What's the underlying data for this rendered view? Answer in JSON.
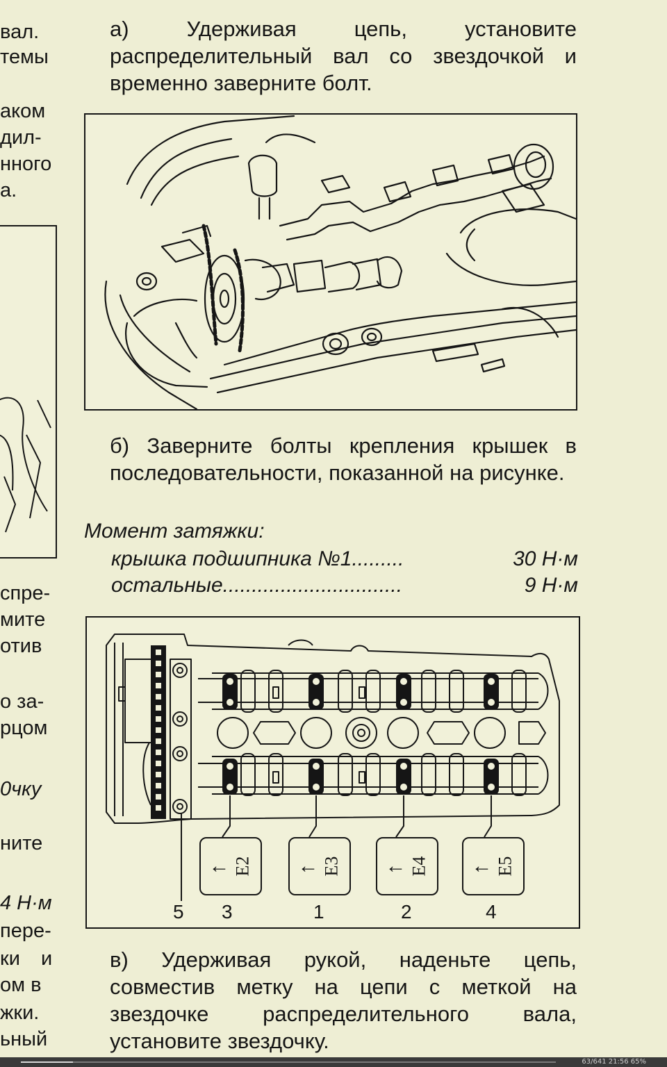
{
  "left_column": [
    {
      "text": "вал."
    },
    {
      "text": "темы"
    },
    {
      "text": "аком"
    },
    {
      "text": "дил-"
    },
    {
      "text": "нного"
    },
    {
      "text": "а."
    },
    {
      "text": "спре-"
    },
    {
      "text": "мите"
    },
    {
      "text": "отив"
    },
    {
      "text": "о за-"
    },
    {
      "text": "рцом"
    },
    {
      "text": "0чку"
    },
    {
      "text": "ните"
    },
    {
      "text": "4 Н·м"
    },
    {
      "text": "пере-"
    },
    {
      "text": "ки и"
    },
    {
      "text": "ом в"
    },
    {
      "text": "жки."
    },
    {
      "text": "ьный"
    }
  ],
  "step_a": "а) Удерживая цепь, установите распределительный вал со звездочкой и временно заверните болт.",
  "step_b": "б) Заверните болты крепления крышек в последовательности, показанной на рисунке.",
  "torque": {
    "heading": "Момент затяжки:",
    "rows": [
      {
        "label": "крышка подшипника №1",
        "dots": ".........",
        "value": "30 Н·м"
      },
      {
        "label": "остальные",
        "dots": "...............................",
        "value": "9 Н·м"
      }
    ]
  },
  "figure2": {
    "tags": [
      {
        "arrow": "←",
        "label": "E2"
      },
      {
        "arrow": "←",
        "label": "E3"
      },
      {
        "arrow": "←",
        "label": "E4"
      },
      {
        "arrow": "←",
        "label": "E5"
      }
    ],
    "sequence": [
      "5",
      "3",
      "1",
      "2",
      "4"
    ]
  },
  "step_c": "в) Удерживая рукой, наденьте цепь, совместив метку на цепи с меткой на звездочке распределительного вала, установите звездочку.",
  "status": {
    "text": "63/641 21:56 65%",
    "progress": 0.098
  }
}
